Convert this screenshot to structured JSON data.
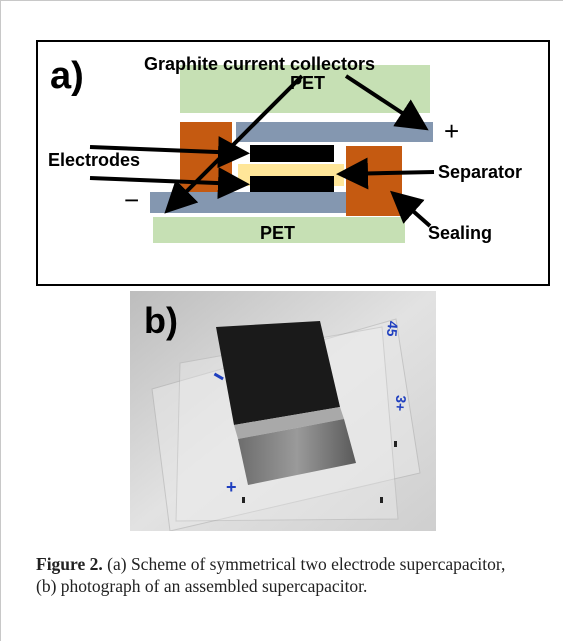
{
  "figure": {
    "panel_a": {
      "label": "a)",
      "title": "Graphite current collectors",
      "pet_top": "PET",
      "pet_bottom": "PET",
      "electrodes": "Electrodes",
      "separator": "Separator",
      "sealing": "Sealing",
      "plus": "+",
      "minus": "−",
      "colors": {
        "pet": "#c6e0b4",
        "collector": "#8497b0",
        "sealing": "#c55a11",
        "separator": "#ffe699",
        "electrode": "#000000"
      }
    },
    "panel_b": {
      "label": "b)",
      "marks": {
        "top_right": "45",
        "mid_right": "3+",
        "bottom_left": "+"
      }
    },
    "caption": {
      "label": "Figure 2.",
      "text": " (a) Scheme of symmetrical two electrode supercapacitor, (b) photograph of an assembled supercapacitor."
    }
  }
}
